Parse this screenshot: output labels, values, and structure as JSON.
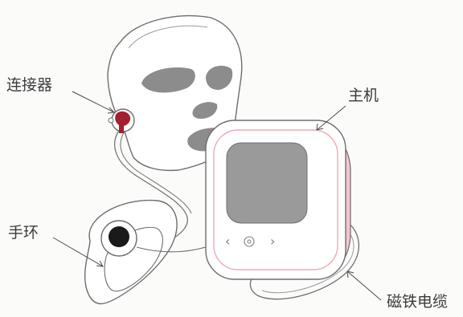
{
  "labels": {
    "connector": "连接器",
    "host": "主机",
    "wristband": "手环",
    "magnetic_cable": "磁铁电缆"
  },
  "controls": {
    "left_arrow": "‹",
    "right_arrow": "›"
  },
  "colors": {
    "background": "#fbfbfa",
    "outline": "#6e6e6e",
    "mask_holes": "#8c8c8c",
    "screen": "#9a9a9a",
    "device_pink": "#f3c6cd",
    "connector_red": "#a3202e",
    "band_sensor": "#1a1a1a",
    "label_text": "#3b3b3b"
  }
}
